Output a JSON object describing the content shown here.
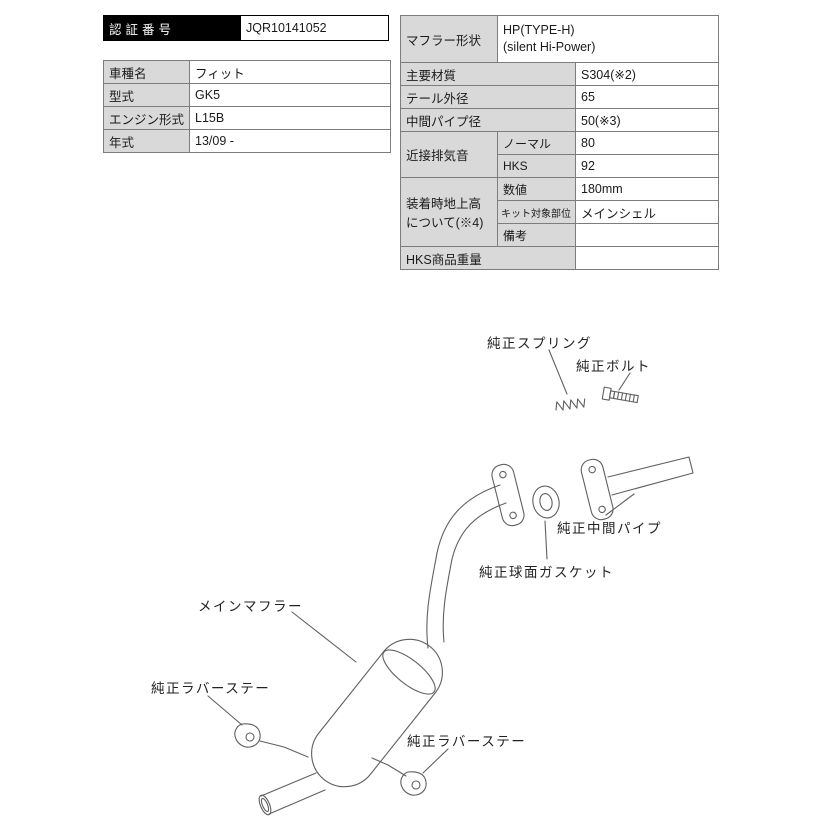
{
  "certification": {
    "label": "認証番号",
    "value": "JQR10141052"
  },
  "vehicle": {
    "rows": [
      {
        "label": "車種名",
        "value": "フィット"
      },
      {
        "label": "型式",
        "value": "GK5"
      },
      {
        "label": "エンジン形式",
        "value": "L15B"
      },
      {
        "label": "年式",
        "value": "13/09 -"
      }
    ]
  },
  "spec": {
    "muffler_shape": {
      "label": "マフラー形状",
      "value_line1": "HP(TYPE-H)",
      "value_line2": "(silent Hi-Power)"
    },
    "material": {
      "label": "主要材質",
      "value": "S304(※2)"
    },
    "tail_diameter": {
      "label": "テール外径",
      "value": "65"
    },
    "mid_pipe_diameter": {
      "label": "中間パイプ径",
      "value": "50(※3)"
    },
    "noise": {
      "label": "近接排気音",
      "rows": [
        {
          "label": "ノーマル",
          "value": "80"
        },
        {
          "label": "HKS",
          "value": "92"
        }
      ]
    },
    "ground_clearance": {
      "label_line1": "装着時地上高",
      "label_line2": "について(※4)",
      "rows": [
        {
          "label": "数値",
          "value": "180mm"
        },
        {
          "label": "キット対象部位",
          "value": "メインシェル"
        },
        {
          "label": "備考",
          "value": ""
        }
      ]
    },
    "weight": {
      "label": "HKS商品重量",
      "value": ""
    }
  },
  "diagram": {
    "labels": {
      "spring": "純正スプリング",
      "bolt": "純正ボルト",
      "mid_pipe": "純正中間パイプ",
      "gasket": "純正球面ガスケット",
      "main_muffler": "メインマフラー",
      "rubber_stay_front": "純正ラバーステー",
      "rubber_stay_rear": "純正ラバーステー"
    }
  },
  "colors": {
    "header_gray": "#d9d9d9",
    "cert_black": "#000000",
    "table_border": "#7d7d7d",
    "line_gray": "#606060"
  }
}
